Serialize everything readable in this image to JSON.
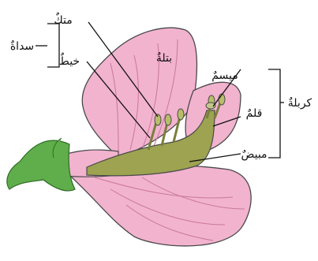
{
  "labels": {
    "anther": "متكٌ",
    "filament": "خيطٌ",
    "stamen": "سداةٌ",
    "petal": "بتلةٌ",
    "stigma": "ميسمٌ",
    "style": "قلمٌ",
    "ovary": "مبيضٌ",
    "carpel": "كربلةٌ"
  },
  "colors": {
    "petal_fill": "#f2b3cf",
    "petal_vein": "#c9789b",
    "pistil_fill": "#9da350",
    "sepal_fill": "#5fae4b",
    "outline": "#4a4a4a",
    "line": "#111111"
  }
}
